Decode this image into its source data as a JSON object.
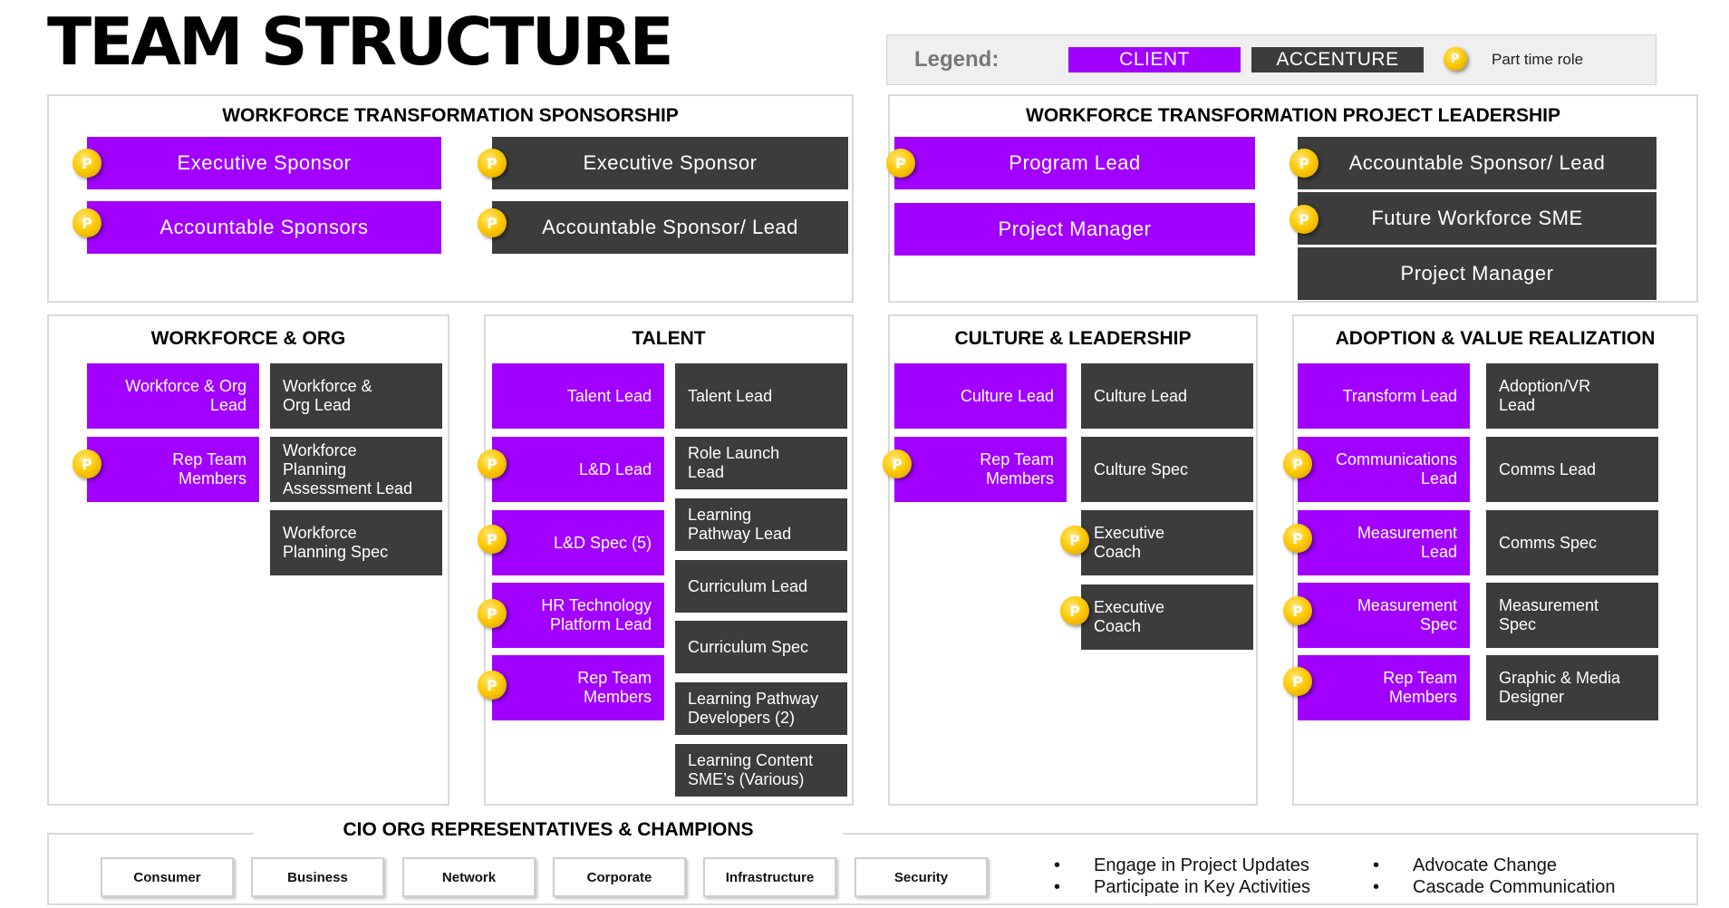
{
  "title": "TEAM STRUCTURE",
  "colors": {
    "client": "#a100ff",
    "accenture": "#3c3c3c",
    "part_time": "#ffcb05"
  },
  "legend": {
    "label": "Legend:",
    "client": "CLIENT",
    "accenture": "ACCENTURE",
    "part_time_marker": "P",
    "part_time_label": "Part time role"
  },
  "sponsorship": {
    "title": "WORKFORCE TRANSFORMATION SPONSORSHIP",
    "client": [
      "Executive Sponsor",
      "Accountable Sponsors"
    ],
    "accenture": [
      "Executive Sponsor",
      "Accountable Sponsor/ Lead"
    ]
  },
  "leadership": {
    "title": "WORKFORCE TRANSFORMATION PROJECT LEADERSHIP",
    "client": [
      "Program Lead",
      "Project Manager"
    ],
    "accenture": [
      "Accountable Sponsor/ Lead",
      "Future Workforce SME",
      "Project Manager"
    ]
  },
  "workforce": {
    "title": "WORKFORCE & ORG",
    "client": [
      "Workforce & Org\nLead",
      "Rep Team\nMembers"
    ],
    "accenture": [
      "Workforce &\nOrg Lead",
      "Workforce\nPlanning\nAssessment Lead",
      "Workforce\nPlanning Spec"
    ]
  },
  "talent": {
    "title": "TALENT",
    "client": [
      "Talent Lead",
      "L&D Lead",
      "L&D Spec (5)",
      "HR Technology\nPlatform Lead",
      "Rep Team\nMembers"
    ],
    "accenture": [
      "Talent Lead",
      "Role Launch\nLead",
      "Learning\nPathway Lead",
      "Curriculum Lead",
      "Curriculum Spec",
      "Learning Pathway\nDevelopers (2)",
      "Learning Content\nSME’s (Various)"
    ]
  },
  "culture": {
    "title": "CULTURE & LEADERSHIP",
    "client": [
      "Culture Lead",
      "Rep Team\nMembers"
    ],
    "accenture": [
      "Culture Lead",
      "Culture Spec",
      "Executive\nCoach",
      "Executive\nCoach"
    ]
  },
  "adoption": {
    "title": "ADOPTION & VALUE REALIZATION",
    "client": [
      "Transform Lead",
      "Communications\nLead",
      "Measurement\nLead",
      "Measurement\nSpec",
      "Rep Team\nMembers"
    ],
    "accenture": [
      "Adoption/VR\nLead",
      "Comms Lead",
      "Comms Spec",
      "Measurement\nSpec",
      "Graphic & Media\nDesigner"
    ]
  },
  "cio": {
    "title": "CIO ORG REPRESENTATIVES & CHAMPIONS",
    "boxes": [
      "Consumer",
      "Business",
      "Network",
      "Corporate",
      "Infrastructure",
      "Security"
    ],
    "bullet_marker": "•",
    "bullets_left": [
      "Engage in Project Updates",
      "Participate in Key Activities"
    ],
    "bullets_right": [
      "Advocate Change",
      "Cascade Communication"
    ]
  }
}
